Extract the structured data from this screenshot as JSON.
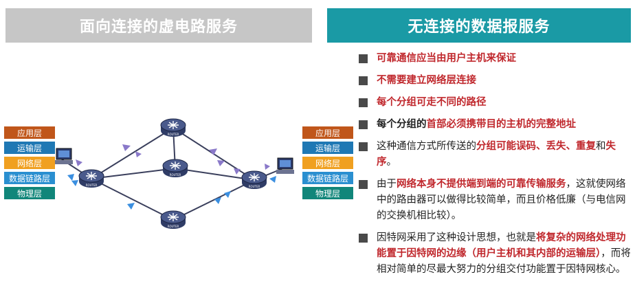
{
  "headers": {
    "left": "面向连接的虚电路服务",
    "right": "无连接的数据报服务"
  },
  "stack": {
    "layers": [
      "应用层",
      "运输层",
      "网络层",
      "数据链路层",
      "物理层"
    ],
    "colors": [
      "#c0561a",
      "#1f78b4",
      "#f0a020",
      "#2a8fd0",
      "#11867a"
    ]
  },
  "router_label": "ROUTER",
  "bullets": [
    {
      "segments": [
        {
          "t": "可靠通信应当由用户主机来保证",
          "s": "red"
        }
      ]
    },
    {
      "segments": [
        {
          "t": "不需要建立网络层连接",
          "s": "red"
        }
      ]
    },
    {
      "segments": [
        {
          "t": "每个分组可走不同的路径",
          "s": "red"
        }
      ]
    },
    {
      "segments": [
        {
          "t": "每个分组的",
          "s": "bold"
        },
        {
          "t": "首部必须携带目的主机的完整地址",
          "s": "red"
        }
      ]
    },
    {
      "segments": [
        {
          "t": "这种通信方式所传送的",
          "s": "n"
        },
        {
          "t": "分组可能误码、丢失、重复",
          "s": "red"
        },
        {
          "t": "和",
          "s": "n"
        },
        {
          "t": "失序",
          "s": "red"
        },
        {
          "t": "。",
          "s": "n"
        }
      ]
    },
    {
      "segments": [
        {
          "t": "由于",
          "s": "n"
        },
        {
          "t": "网络本身不提供端到端的可靠传输服务",
          "s": "red"
        },
        {
          "t": "，这就使网络中的路由器可以做得比较简单，而且价格低廉（与电信网的交换机相比较）。",
          "s": "n"
        }
      ]
    },
    {
      "segments": [
        {
          "t": "因特网采用了这种设计思想，也就是",
          "s": "n"
        },
        {
          "t": "将复杂的网络处理功能置于因特网的边缘（用户主机和其内部的运输层）",
          "s": "red"
        },
        {
          "t": "，而将相对简单的尽最大努力的分组交付功能置于因特网核心。",
          "s": "n"
        }
      ]
    }
  ]
}
